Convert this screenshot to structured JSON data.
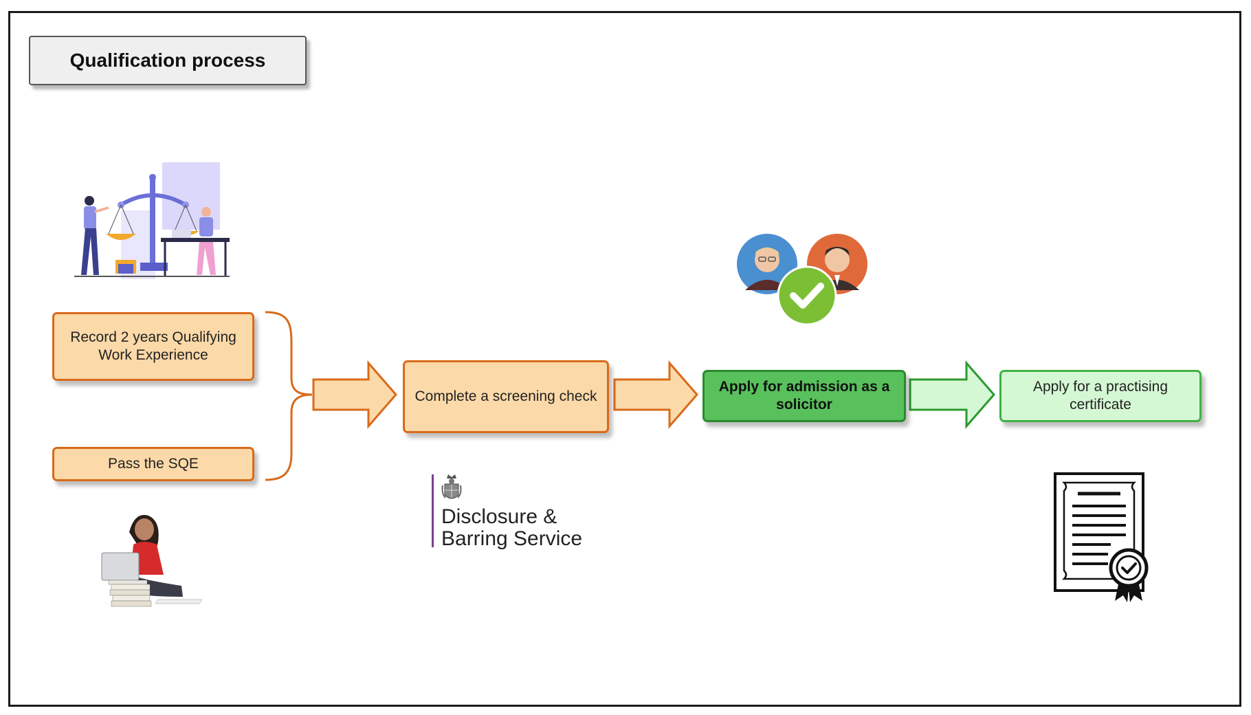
{
  "title": "Qualification process",
  "steps": {
    "qwe": "Record 2 years Qualifying Work Experience",
    "sqe": "Pass the SQE",
    "screening": "Complete a screening check",
    "admission": "Apply for admission as a solicitor",
    "certificate": "Apply for a practising certificate"
  },
  "dbs_logo": {
    "line1": "Disclosure &",
    "line2": "Barring Service"
  },
  "colors": {
    "orange_fill": "#fcd9a8",
    "orange_border": "#d86a1a",
    "green_dark": "#58c15c",
    "green_light": "#d5f8d4",
    "green_border": "#2a8a2e"
  },
  "icons": [
    "scales-of-justice-illustration",
    "student-with-laptop-illustration",
    "royal-crest-icon",
    "approved-solicitors-icon",
    "certificate-icon"
  ]
}
